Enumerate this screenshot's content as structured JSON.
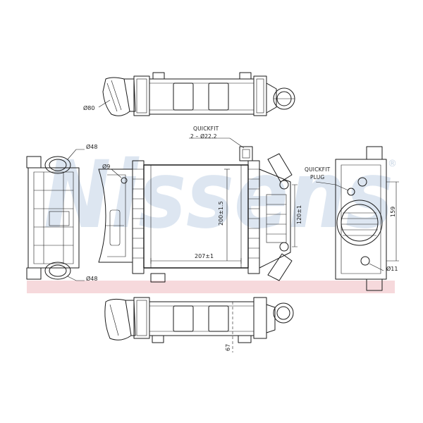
{
  "watermark": {
    "brand": "Nissens",
    "registered": "®",
    "band_color": "#f6d9dc",
    "text_color": "#d7e2ee"
  },
  "callouts": {
    "quickfit_top": "QUICKFIT",
    "quickfit_top_size": "2 – Ø22.2",
    "quickfit_plug_1": "QUICKFIT",
    "quickfit_plug_2": "PLUG"
  },
  "dimensions": {
    "top_pipe_diameter": "Ø80",
    "left_upper_port": "Ø48",
    "left_lower_port": "Ø48",
    "side_hole": "Ø9",
    "core_height": "200±1.5",
    "core_width": "207±1",
    "tank_height": "120±1",
    "right_height": "159",
    "right_bolt": "Ø11",
    "bottom_depth": "67"
  }
}
